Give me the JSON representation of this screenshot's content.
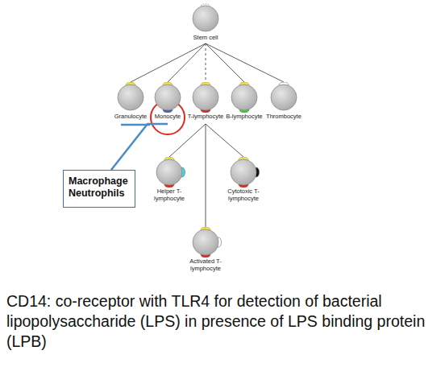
{
  "diagram": {
    "caption": "CD14: co-receptor with TLR4 for detection of bacterial lipopolysaccharide (LPS) in presence of LPS binding protein (LPB)",
    "nodes": [
      {
        "text": [
          "Stem cell"
        ]
      },
      {
        "text": [
          "Granulocyte"
        ]
      },
      {
        "text": [
          "Monocyte"
        ]
      },
      {
        "text": [
          "T-lymphocyte"
        ]
      },
      {
        "text": [
          "B-lymphocyte"
        ]
      },
      {
        "text": [
          "Thrombocyte"
        ]
      },
      {
        "text": [
          "Helper T-lymphocyte"
        ]
      },
      {
        "text": [
          "Cytotoxic T-lymphocyte"
        ]
      },
      {
        "text": [
          "Activated T-lymphocyte"
        ]
      },
      {
        "text": [
          "Macrophage Neutrophils"
        ]
      }
    ],
    "edges": [
      {
        "from": 0,
        "to": 1,
        "arrow": "none"
      },
      {
        "from": 0,
        "to": 2,
        "arrow": "none"
      },
      {
        "from": 0,
        "to": 3,
        "arrow": "none"
      },
      {
        "from": 0,
        "to": 4,
        "arrow": "none"
      },
      {
        "from": 0,
        "to": 5,
        "arrow": "none"
      },
      {
        "from": 3,
        "to": 6,
        "arrow": "none"
      },
      {
        "from": 3,
        "to": 7,
        "arrow": "none"
      },
      {
        "from": 3,
        "to": 8,
        "arrow": "none"
      },
      {
        "from": 2,
        "to": 9,
        "arrow": "none"
      }
    ]
  }
}
